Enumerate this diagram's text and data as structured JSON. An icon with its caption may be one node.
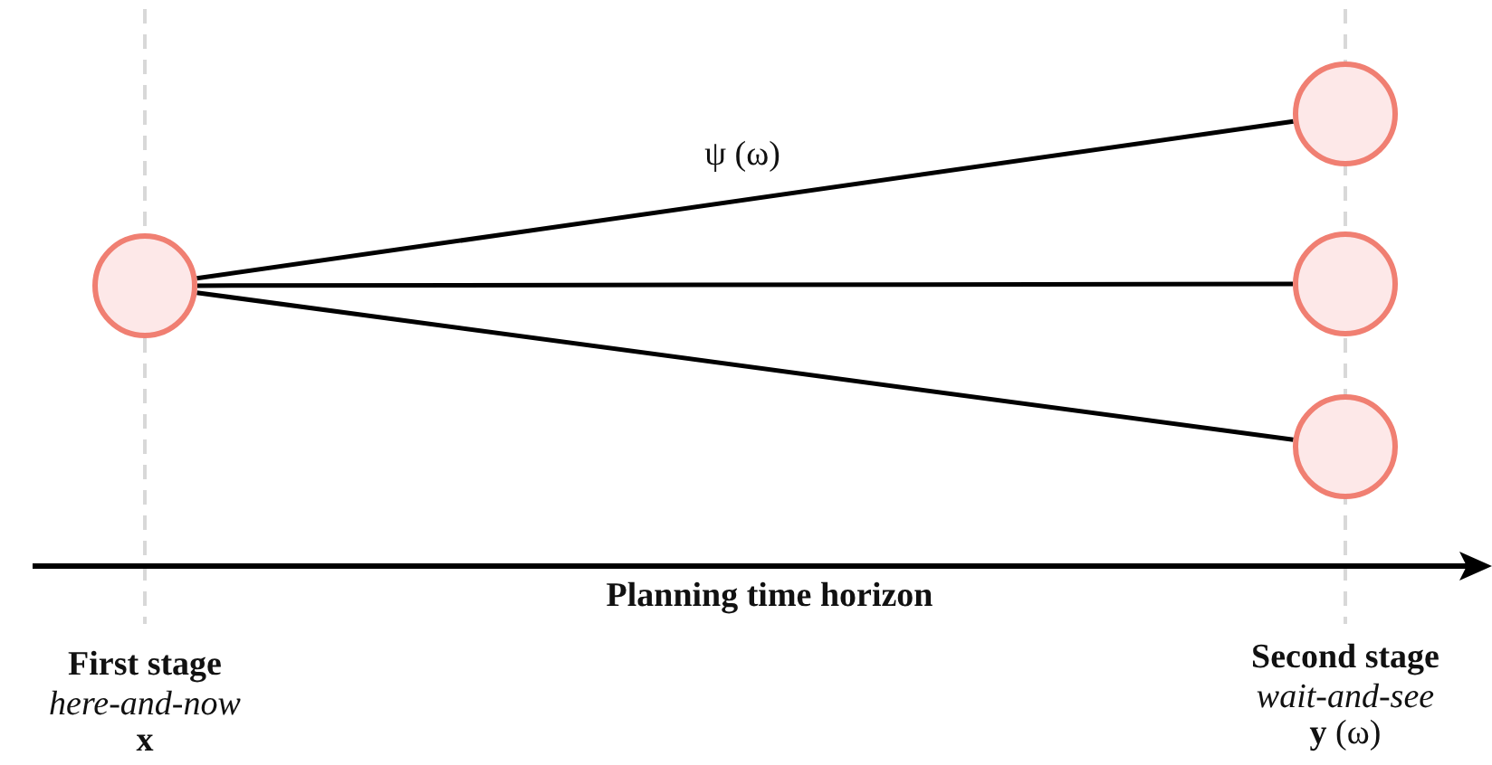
{
  "diagram": {
    "nodes": [
      {
        "text": [],
        "shape": "circle"
      },
      {
        "text": [],
        "shape": "circle"
      },
      {
        "text": [],
        "shape": "circle"
      },
      {
        "text": [],
        "shape": "circle"
      }
    ],
    "edges": [
      {
        "from": 0,
        "to": 1,
        "arrow": "none",
        "label": "ψ (ω)"
      },
      {
        "from": 0,
        "to": 2,
        "arrow": "none"
      },
      {
        "from": 0,
        "to": 3,
        "arrow": "none"
      }
    ],
    "labels": [
      "Planning time horizon",
      "First stage",
      "here-and-now",
      "x",
      "Second stage",
      "wait-and-see",
      "**y** (ω)"
    ]
  }
}
